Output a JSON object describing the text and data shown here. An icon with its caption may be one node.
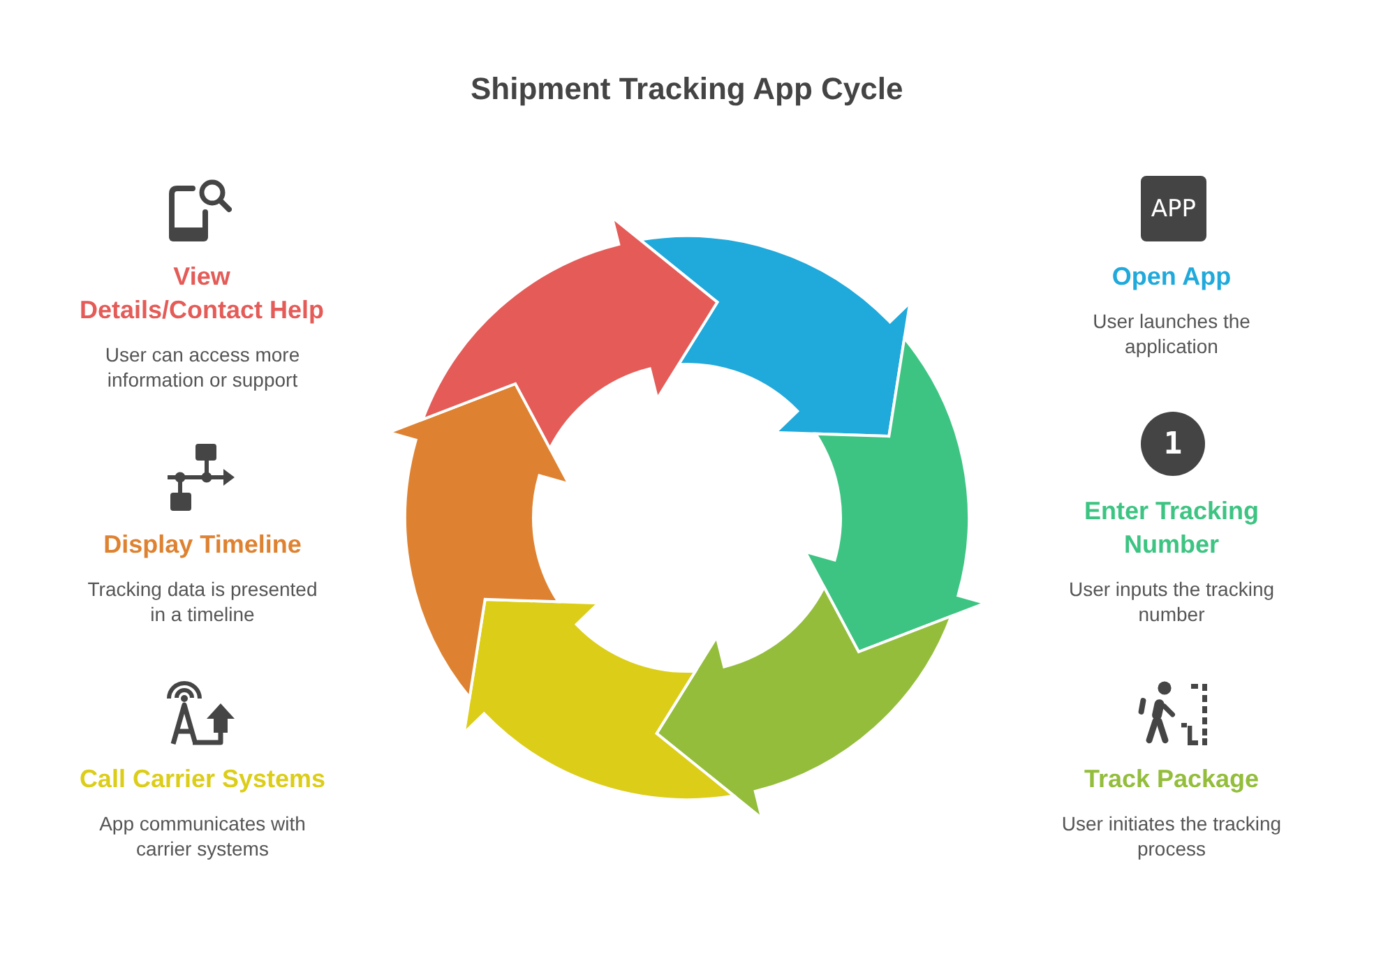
{
  "diagram": {
    "title": "Shipment Tracking App Cycle",
    "nodes": [
      {
        "text": [],
        "shape": "arrow",
        "beside": [
          "Open App",
          "User launches the application"
        ]
      },
      {
        "text": [],
        "shape": "arrow",
        "beside": [
          "Enter Tracking Number",
          "User inputs the tracking number"
        ]
      },
      {
        "text": [],
        "shape": "arrow",
        "beside": [
          "Track Package",
          "User initiates the tracking process"
        ]
      },
      {
        "text": [],
        "shape": "arrow",
        "beside": [
          "Call Carrier Systems",
          "App communicates with carrier systems"
        ]
      },
      {
        "text": [],
        "shape": "arrow",
        "beside": [
          "Display Timeline",
          "Tracking data is presented in a timeline"
        ]
      },
      {
        "text": [],
        "shape": "arrow",
        "beside": [
          "View Details/Contact Help",
          "User can access more information or support"
        ]
      }
    ],
    "labels": [
      "APP",
      "1"
    ]
  }
}
